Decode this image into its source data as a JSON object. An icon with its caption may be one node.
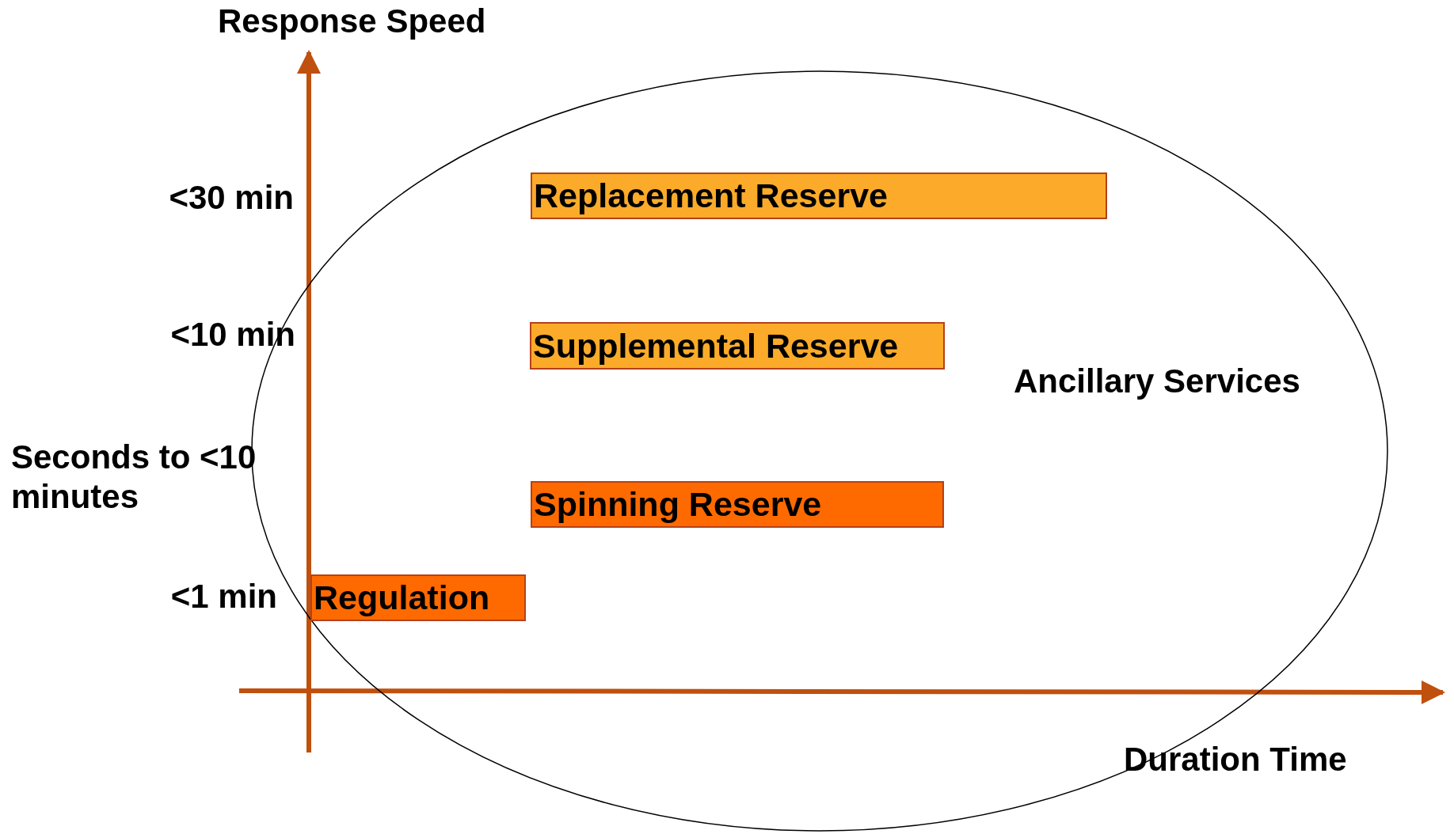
{
  "diagram": {
    "nodes": [
      {
        "text": [
          "Ancillary Services"
        ]
      },
      {
        "text": [
          "Replacement Reserve"
        ],
        "in": 0
      },
      {
        "text": [
          "Supplemental Reserve"
        ],
        "in": 0
      },
      {
        "text": [
          "Spinning Reserve"
        ],
        "in": 0
      },
      {
        "text": [
          "Regulation"
        ],
        "in": 0
      }
    ],
    "labels": [
      "Response Speed",
      "<30 min",
      "<10 min",
      "Seconds to <10 minutes",
      "<1 min",
      "Duration Time"
    ]
  }
}
